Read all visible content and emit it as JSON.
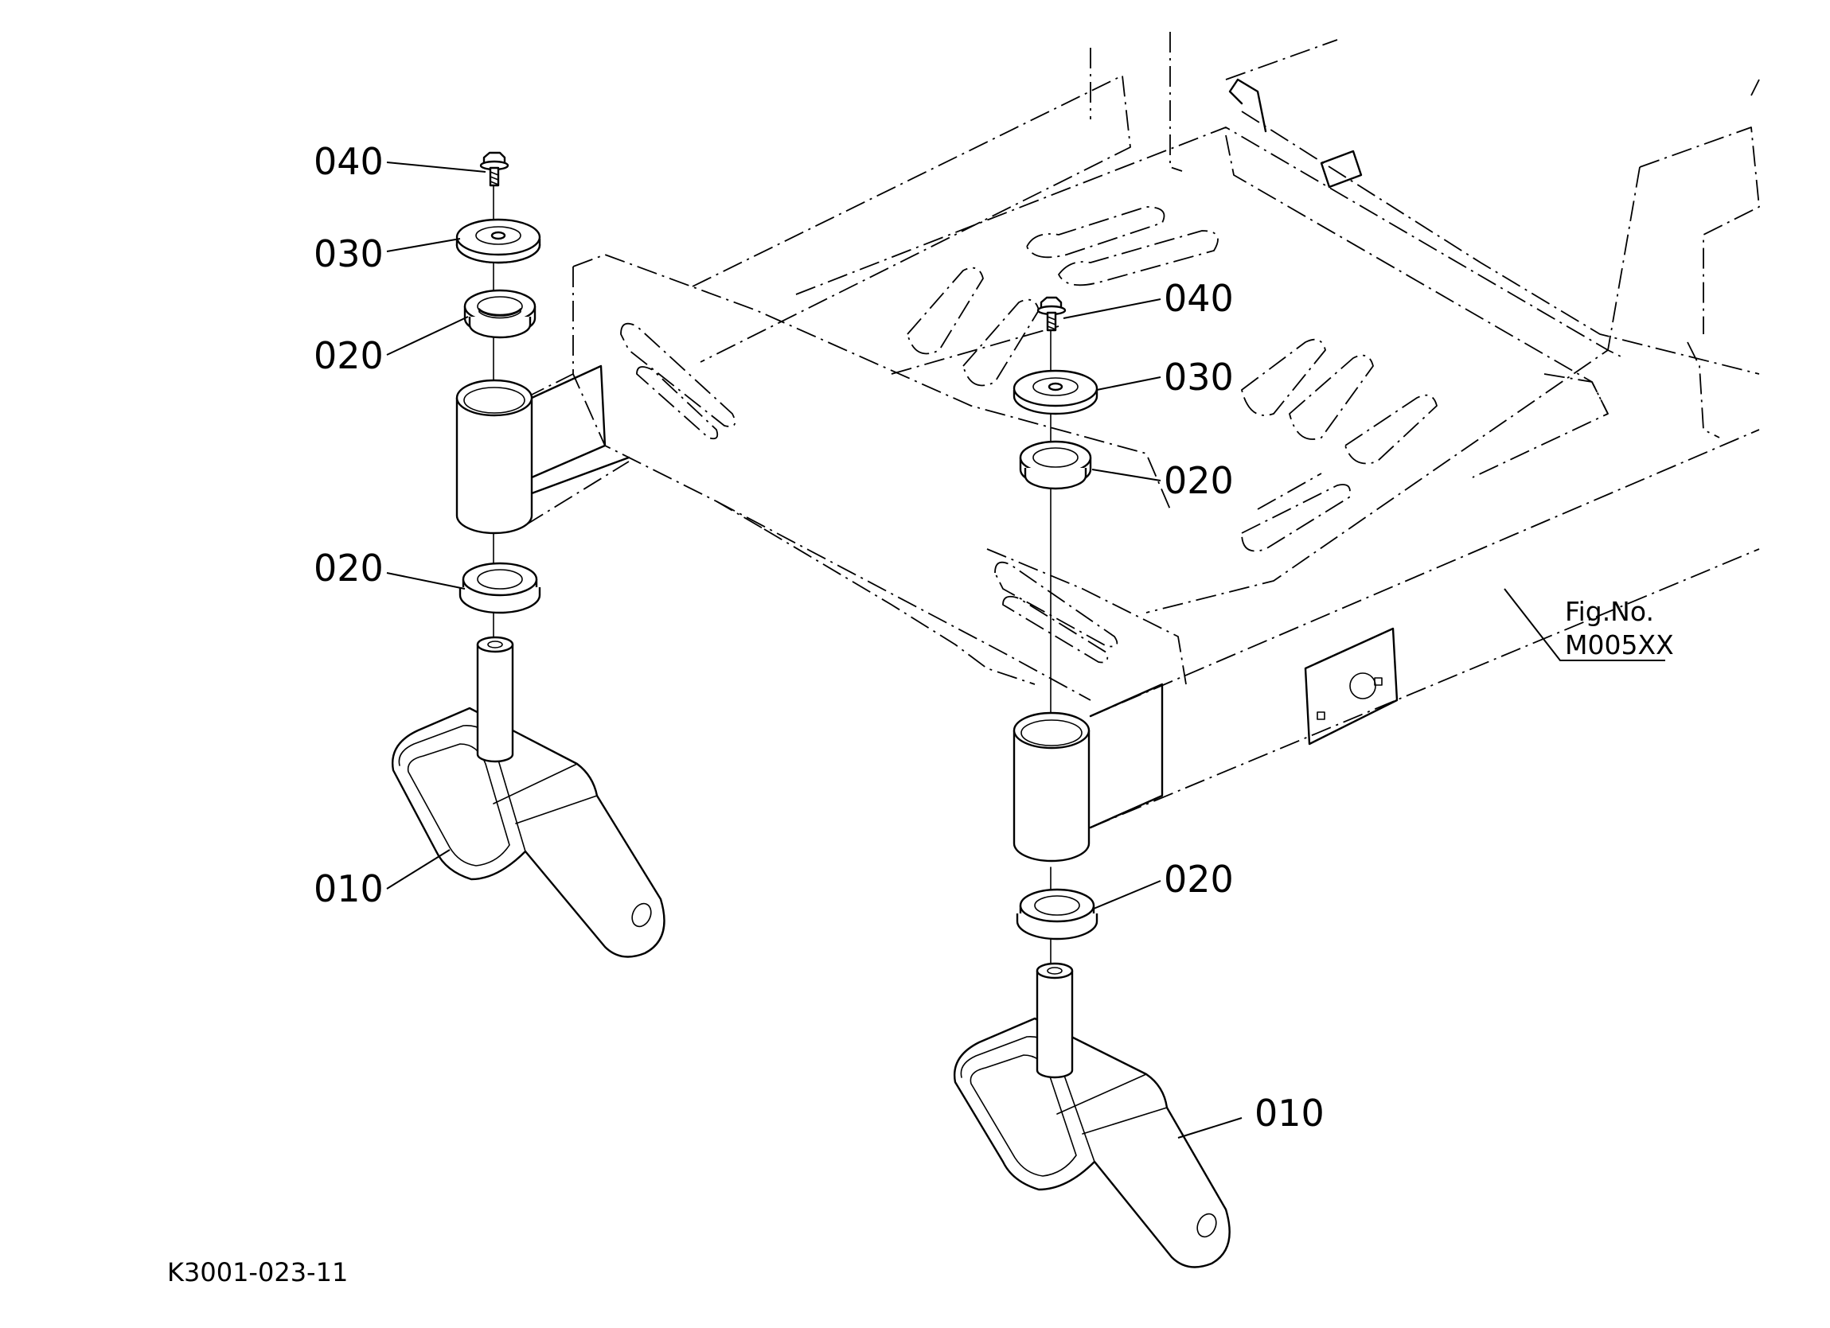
{
  "diagram": {
    "callouts": {
      "left_040": "040",
      "left_030": "030",
      "left_020_top": "020",
      "left_020_bottom": "020",
      "left_010": "010",
      "right_040": "040",
      "right_030": "030",
      "right_020_top": "020",
      "right_020_bottom": "020",
      "right_010": "010"
    },
    "fig_ref": {
      "line1": "Fig.No.",
      "line2": "M005XX"
    },
    "drawing_code": "K3001-023-11"
  }
}
